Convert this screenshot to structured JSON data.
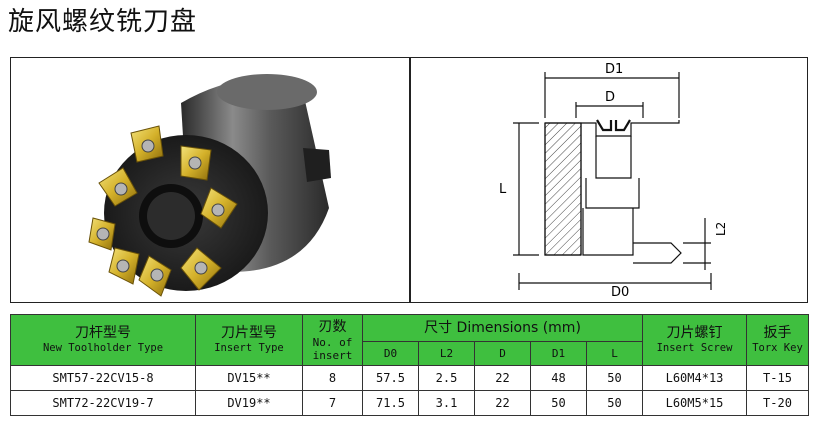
{
  "page_title": "旋风螺纹铣刀盘",
  "drawing_labels": {
    "d1": "D1",
    "d": "D",
    "l": "L",
    "l2": "L2",
    "d0": "D0"
  },
  "table": {
    "h_holder_cn": "刀杆型号",
    "h_holder_en": "New Toolholder Type",
    "h_insert_cn": "刀片型号",
    "h_insert_en": "Insert Type",
    "h_count_cn": "刃数",
    "h_count_en1": "No. of",
    "h_count_en2": "insert",
    "h_dims": "尺寸 Dimensions (mm)",
    "h_screw_cn": "刀片螺钉",
    "h_screw_en": "Insert Screw",
    "h_key_cn": "扳手",
    "h_key_en": "Torx Key",
    "sub": [
      "D0",
      "L2",
      "D",
      "D1",
      "L"
    ],
    "rows": [
      {
        "holder": "SMT57-22CV15-8",
        "insert": "DV15**",
        "count": "8",
        "d0": "57.5",
        "l2": "2.5",
        "d": "22",
        "d1": "48",
        "l": "50",
        "screw": "L60M4*13",
        "key": "T-15"
      },
      {
        "holder": "SMT72-22CV19-7",
        "insert": "DV19**",
        "count": "7",
        "d0": "71.5",
        "l2": "3.1",
        "d": "22",
        "d1": "50",
        "l": "50",
        "screw": "L60M5*15",
        "key": "T-20"
      }
    ]
  }
}
